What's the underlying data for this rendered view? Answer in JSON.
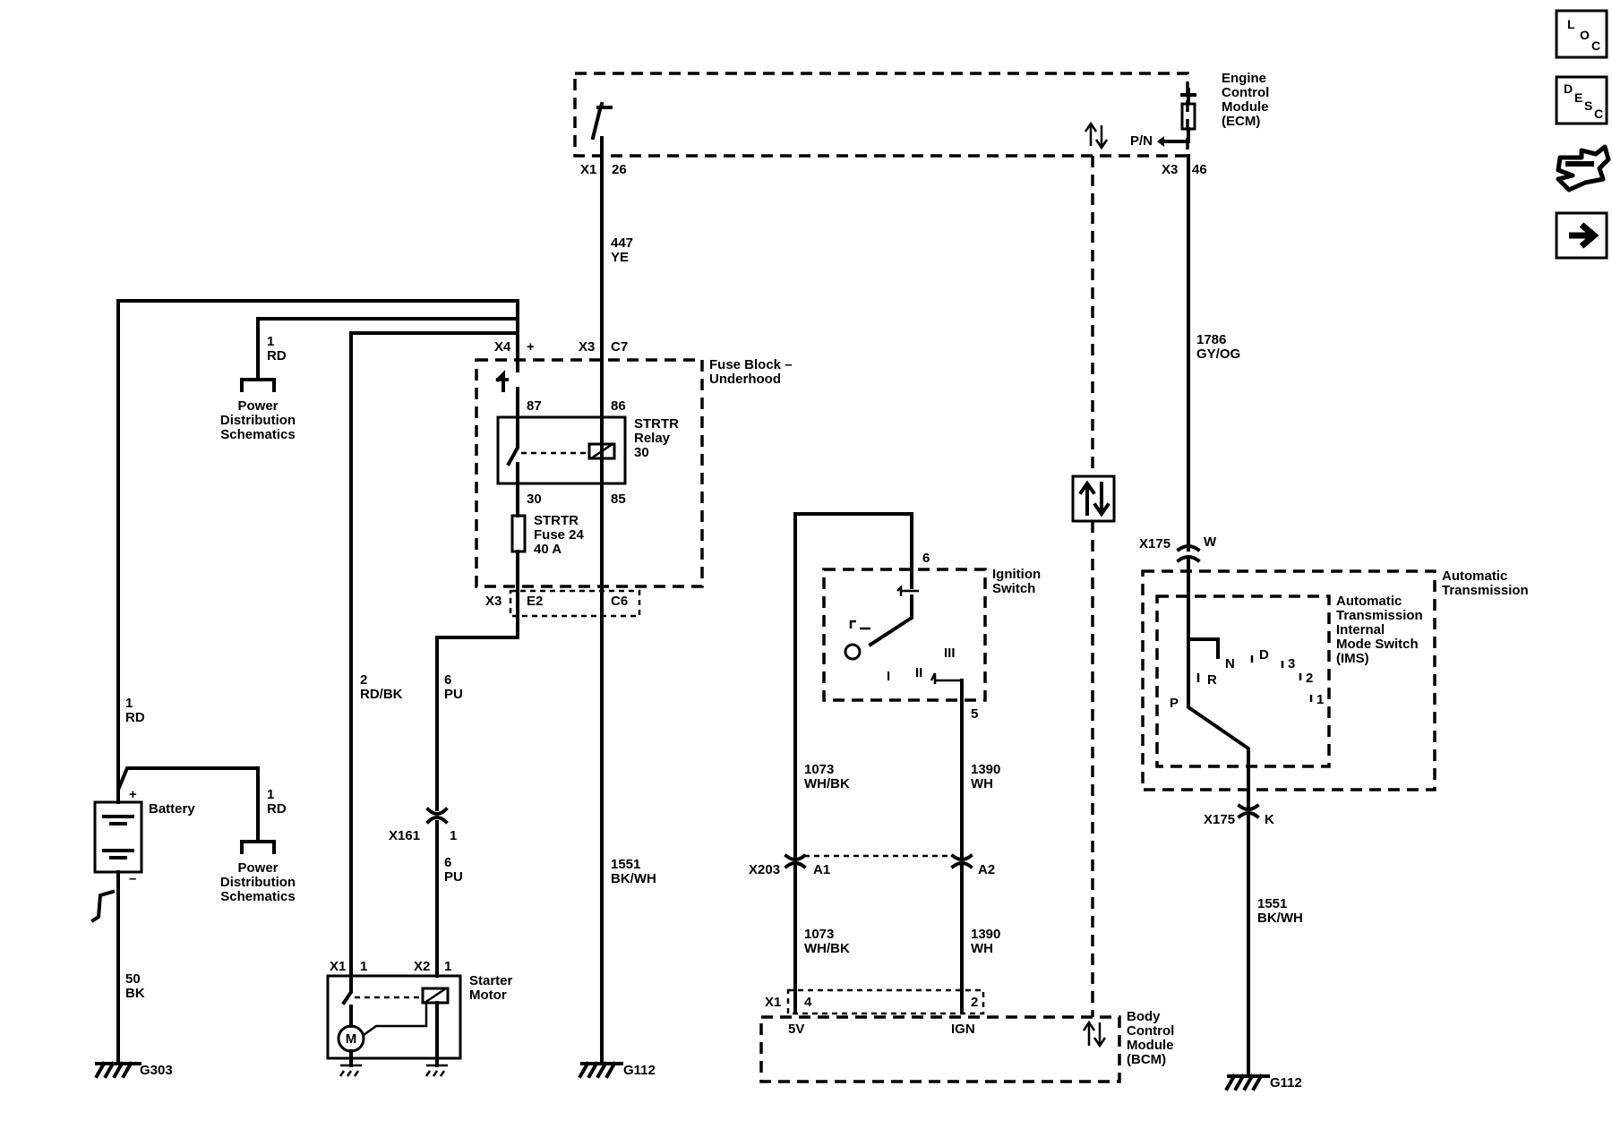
{
  "nav": {
    "loc": {
      "l1": "L",
      "l2": "O",
      "l3": "C"
    },
    "desc": {
      "l1": "D",
      "l2": "E",
      "l3": "S",
      "l4": "C"
    },
    "icons": [
      "loc-button",
      "desc-button",
      "connector-end-view-icon",
      "next-arrow-icon"
    ]
  },
  "ecm": {
    "label": [
      "Engine",
      "Control",
      "Module",
      "(ECM)"
    ],
    "pn": "P/N",
    "x1": "X1",
    "pin26": "26",
    "x3": "X3",
    "pin46": "46"
  },
  "wires": {
    "w447": [
      "447",
      "YE"
    ],
    "w1786": [
      "1786",
      "GY/OG"
    ],
    "w1551a": [
      "1551",
      "BK/WH"
    ],
    "w1551b": [
      "1551",
      "BK/WH"
    ],
    "w1rd_top": [
      "1",
      "RD"
    ],
    "w1rd_left": [
      "1",
      "RD"
    ],
    "w1rd_bat": [
      "1",
      "RD"
    ],
    "w2": [
      "2",
      "RD/BK"
    ],
    "w6a": [
      "6",
      "PU"
    ],
    "w6b": [
      "6",
      "PU"
    ],
    "w50": [
      "50",
      "BK"
    ],
    "w1073a": [
      "1073",
      "WH/BK"
    ],
    "w1073b": [
      "1073",
      "WH/BK"
    ],
    "w1390a": [
      "1390",
      "WH"
    ],
    "w1390b": [
      "1390",
      "WH"
    ]
  },
  "fuse_block": {
    "label": [
      "Fuse Block –",
      "Underhood"
    ],
    "x4": "X4",
    "plus": "+",
    "x3": "X3",
    "c7": "C7",
    "pin87": "87",
    "pin86": "86",
    "pin30": "30",
    "pin85": "85",
    "relay": [
      "STRTR",
      "Relay",
      "30"
    ],
    "fuse": [
      "STRTR",
      "Fuse 24",
      "40 A"
    ],
    "x3b": "X3",
    "e2": "E2",
    "c6": "C6"
  },
  "power_dist": [
    "Power",
    "Distribution",
    "Schematics"
  ],
  "battery": {
    "label": "Battery",
    "plus": "+",
    "minus": "–"
  },
  "starter": {
    "label": [
      "Starter",
      "Motor"
    ],
    "x1": "X1",
    "pin1a": "1",
    "x2": "X2",
    "pin1b": "1",
    "motor": "M"
  },
  "x161": {
    "name": "X161",
    "pin": "1"
  },
  "grounds": {
    "g303": "G303",
    "g112a": "G112",
    "g112b": "G112"
  },
  "ignition": {
    "label": [
      "Ignition",
      "Switch"
    ],
    "pin6": "6",
    "pin5": "5",
    "pos1": "I",
    "pos2": "II",
    "pos3": "III"
  },
  "x203": {
    "name": "X203",
    "a1": "A1",
    "a2": "A2"
  },
  "bcm": {
    "label": [
      "Body",
      "Control",
      "Module",
      "(BCM)"
    ],
    "x1": "X1",
    "pin4": "4",
    "pin2": "2",
    "v5": "5V",
    "ign": "IGN"
  },
  "trans": {
    "label": [
      "Automatic",
      "Transmission"
    ],
    "ims": [
      "Automatic",
      "Transmission",
      "Internal",
      "Mode Switch",
      "(IMS)"
    ],
    "x175a": "X175",
    "w": "W",
    "x175b": "X175",
    "k": "K",
    "positions": {
      "n": "N",
      "d": "D",
      "three": "3",
      "r": "R",
      "two": "2",
      "one": "1",
      "p": "P"
    }
  }
}
